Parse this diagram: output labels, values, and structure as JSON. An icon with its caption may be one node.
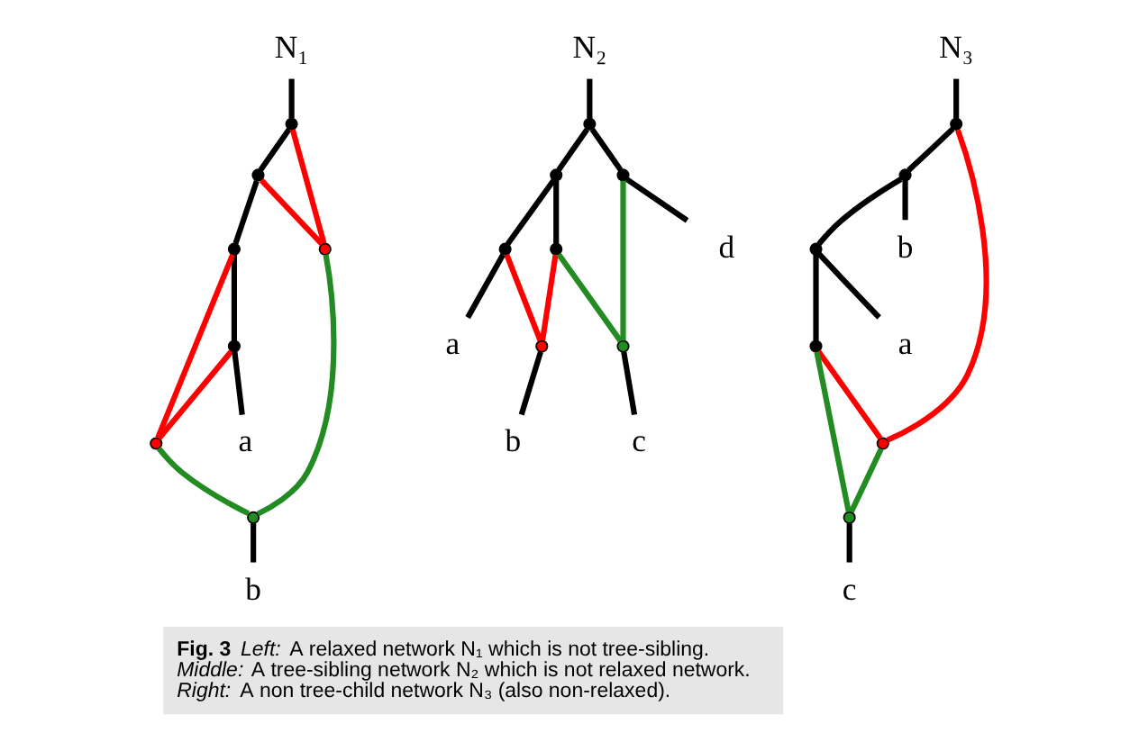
{
  "diagram": {
    "caption": "**Fig. 3** *Left:* A relaxed network N₁ which is not tree-sibling. *Middle:* A tree-sibling network N₂ which is not relaxed network. *Right:* A non tree-child network N₃ (also non-relaxed).",
    "nodes": [
      {
        "text": [
          "N₁"
        ]
      },
      {
        "text": [],
        "shape": "circle"
      },
      {
        "text": [],
        "shape": "circle"
      },
      {
        "text": [],
        "shape": "circle"
      },
      {
        "text": [],
        "shape": "circle"
      },
      {
        "text": [],
        "shape": "circle"
      },
      {
        "text": [],
        "shape": "circle"
      },
      {
        "text": [],
        "shape": "circle"
      },
      {
        "text": [
          "a"
        ]
      },
      {
        "text": [
          "b"
        ]
      },
      {
        "text": [
          "N₂"
        ]
      },
      {
        "text": [],
        "shape": "circle"
      },
      {
        "text": [],
        "shape": "circle"
      },
      {
        "text": [],
        "shape": "circle"
      },
      {
        "text": [],
        "shape": "circle"
      },
      {
        "text": [],
        "shape": "circle"
      },
      {
        "text": [],
        "shape": "circle"
      },
      {
        "text": [],
        "shape": "circle"
      },
      {
        "text": [
          "a"
        ]
      },
      {
        "text": [
          "b"
        ]
      },
      {
        "text": [
          "c"
        ]
      },
      {
        "text": [
          "d"
        ]
      },
      {
        "text": [
          "N₃"
        ]
      },
      {
        "text": [],
        "shape": "circle"
      },
      {
        "text": [],
        "shape": "circle"
      },
      {
        "text": [],
        "shape": "circle"
      },
      {
        "text": [],
        "shape": "circle"
      },
      {
        "text": [],
        "shape": "circle"
      },
      {
        "text": [],
        "shape": "circle"
      },
      {
        "text": [
          "b"
        ]
      },
      {
        "text": [
          "a"
        ]
      },
      {
        "text": [
          "c"
        ]
      }
    ],
    "edges": [
      {
        "from": 0,
        "to": 1,
        "arrow": "none"
      },
      {
        "from": 1,
        "to": 5,
        "arrow": "none",
        "color": "#ff0000"
      },
      {
        "from": 1,
        "to": 2,
        "arrow": "none"
      },
      {
        "from": 2,
        "to": 5,
        "arrow": "none",
        "color": "#ff0000"
      },
      {
        "from": 2,
        "to": 3,
        "arrow": "none"
      },
      {
        "from": 3,
        "to": 6,
        "arrow": "none",
        "color": "#ff0000"
      },
      {
        "from": 3,
        "to": 4,
        "arrow": "none"
      },
      {
        "from": 4,
        "to": 6,
        "arrow": "none",
        "color": "#ff0000"
      },
      {
        "from": 4,
        "to": 8,
        "arrow": "none"
      },
      {
        "from": 5,
        "to": 7,
        "arrow": "none",
        "color": "#228b22"
      },
      {
        "from": 6,
        "to": 7,
        "arrow": "none",
        "color": "#228b22"
      },
      {
        "from": 7,
        "to": 9,
        "arrow": "none"
      },
      {
        "from": 10,
        "to": 11,
        "arrow": "none"
      },
      {
        "from": 11,
        "to": 12,
        "arrow": "none"
      },
      {
        "from": 11,
        "to": 15,
        "arrow": "none"
      },
      {
        "from": 12,
        "to": 13,
        "arrow": "none"
      },
      {
        "from": 12,
        "to": 14,
        "arrow": "none"
      },
      {
        "from": 13,
        "to": 18,
        "arrow": "none"
      },
      {
        "from": 13,
        "to": 16,
        "arrow": "none",
        "color": "#ff0000"
      },
      {
        "from": 14,
        "to": 16,
        "arrow": "none",
        "color": "#ff0000"
      },
      {
        "from": 14,
        "to": 17,
        "arrow": "none",
        "color": "#228b22"
      },
      {
        "from": 15,
        "to": 17,
        "arrow": "none",
        "color": "#228b22"
      },
      {
        "from": 15,
        "to": 21,
        "arrow": "none"
      },
      {
        "from": 16,
        "to": 19,
        "arrow": "none"
      },
      {
        "from": 17,
        "to": 20,
        "arrow": "none"
      },
      {
        "from": 22,
        "to": 23,
        "arrow": "none"
      },
      {
        "from": 23,
        "to": 27,
        "arrow": "none",
        "color": "#ff0000"
      },
      {
        "from": 23,
        "to": 24,
        "arrow": "none"
      },
      {
        "from": 24,
        "to": 29,
        "arrow": "none"
      },
      {
        "from": 24,
        "to": 25,
        "arrow": "none"
      },
      {
        "from": 25,
        "to": 30,
        "arrow": "none"
      },
      {
        "from": 25,
        "to": 26,
        "arrow": "none"
      },
      {
        "from": 26,
        "to": 27,
        "arrow": "none",
        "color": "#ff0000"
      },
      {
        "from": 26,
        "to": 28,
        "arrow": "none",
        "color": "#228b22"
      },
      {
        "from": 27,
        "to": 28,
        "arrow": "none",
        "color": "#228b22"
      },
      {
        "from": 28,
        "to": 31,
        "arrow": "none"
      }
    ]
  }
}
